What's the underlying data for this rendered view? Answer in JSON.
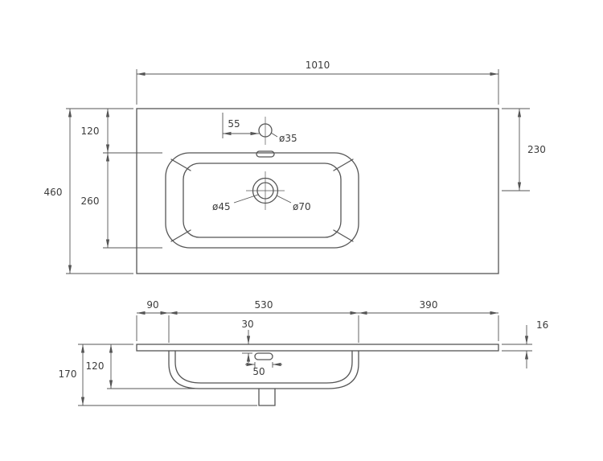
{
  "drawing": {
    "type": "vanity-top-technical-drawing",
    "line_color": "#555555",
    "text_color": "#3c3c3c",
    "top_view": {
      "overall_width": "1010",
      "overall_depth": "460",
      "rear_to_basin": "120",
      "basin_front_back": "260",
      "rear_to_drain": "230",
      "faucet_offset": "55",
      "faucet_hole_diameter": "ø35",
      "drain_hole_diameter": "ø45",
      "drain_flange_diameter": "ø70"
    },
    "front_view": {
      "left_to_basin": "90",
      "basin_width": "530",
      "basin_to_right": "390",
      "overflow_drop": "30",
      "overflow_width": "50",
      "basin_depth": "120",
      "overall_height": "170",
      "top_thickness": "16"
    }
  }
}
